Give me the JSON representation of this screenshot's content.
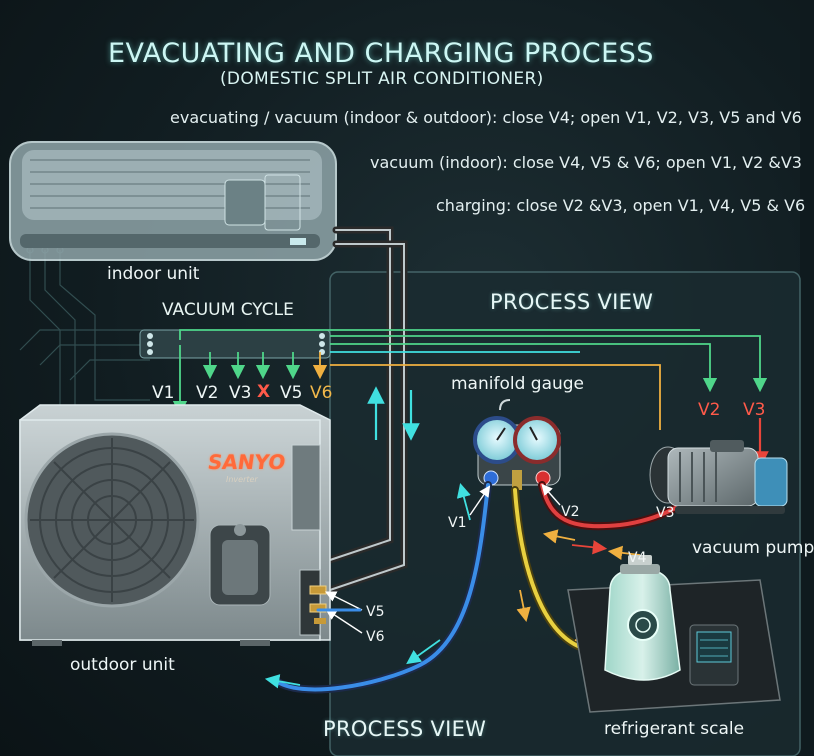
{
  "header": {
    "title": "EVACUATING AND CHARGING PROCESS",
    "subtitle": "(DOMESTIC SPLIT AIR CONDITIONER)"
  },
  "instructions": [
    "evacuating / vacuum (indoor & outdoor): close V4; open V1, V2, V3, V5 and V6",
    "vacuum (indoor): close V4, V5 & V6; open V1, V2 &V3",
    "charging: close V2 &V3, open V1, V4, V5 & V6"
  ],
  "labels": {
    "indoor_unit": "indoor unit",
    "outdoor_unit": "outdoor unit",
    "vacuum_cycle": "VACUUM CYCLE",
    "process_view_top": "PROCESS VIEW",
    "process_view_bottom": "PROCESS VIEW",
    "manifold_gauge": "manifold gauge",
    "vacuum_pump": "vacuum pump",
    "refrigerant_scale": "refrigerant scale",
    "brand": "SANYO",
    "brand_sub": "Inverter"
  },
  "valve_labels": {
    "row": [
      "V1",
      "V2",
      "V3",
      "V5",
      "V6"
    ],
    "row_closed_marker": "X",
    "pump_v2": "V2",
    "pump_v3": "V3",
    "manifold_v1": "V1",
    "manifold_v2": "V2",
    "pump_left_v3": "V3",
    "tank_v4": "V4",
    "outdoor_v5": "V5",
    "outdoor_v6": "V6"
  },
  "colors": {
    "green_line": "#4fd68a",
    "cyan_line": "#40e0e0",
    "red_line": "#e8453a",
    "blue_hose": "#3a8de8",
    "yellow_hose": "#e8d040",
    "red_hose": "#e04040",
    "amber_line": "#f0b040"
  }
}
